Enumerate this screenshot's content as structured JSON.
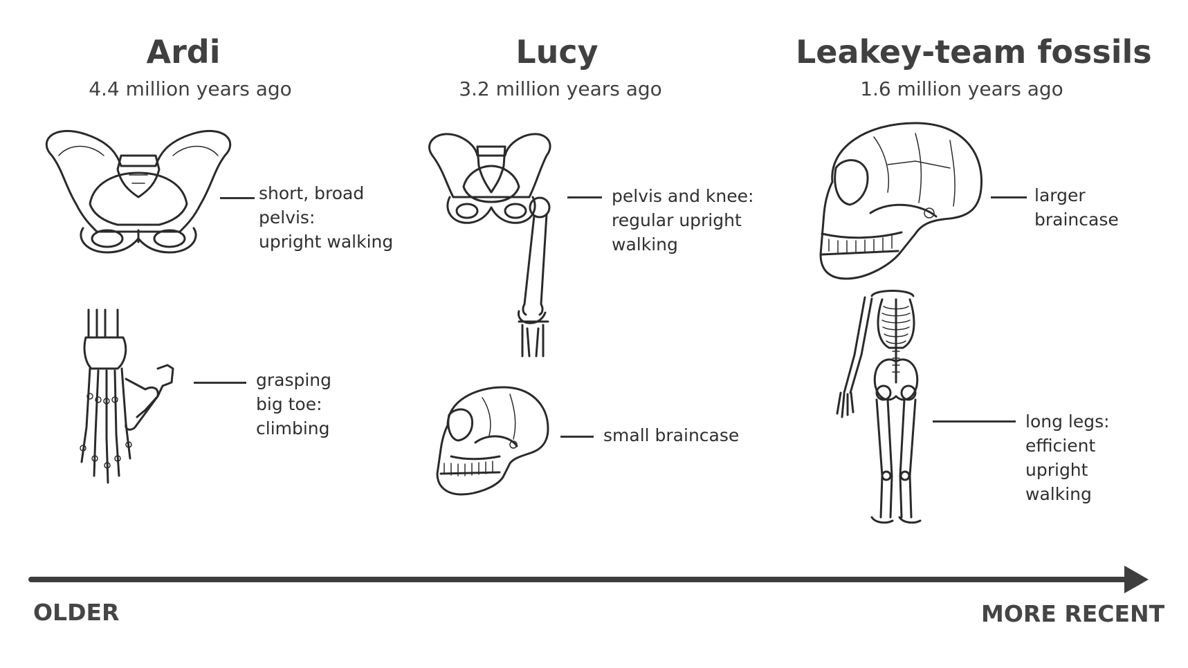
{
  "columns": [
    {
      "name": "Ardi",
      "date": "4.4 million years ago",
      "notes": [
        "short, broad\npelvis:\nupright walking",
        "grasping\nbig toe:\nclimbing"
      ],
      "icons": [
        "pelvis-icon",
        "foot-icon"
      ]
    },
    {
      "name": "Lucy",
      "date": "3.2 million years ago",
      "notes": [
        "pelvis and knee:\nregular upright\nwalking",
        "small braincase"
      ],
      "icons": [
        "pelvis-femur-icon",
        "small-skull-icon"
      ]
    },
    {
      "name": "Leakey-team fossils",
      "date": "1.6 million years ago",
      "notes": [
        "larger\nbraincase",
        "long legs:\nefficient\nupright\nwalking"
      ],
      "icons": [
        "large-skull-icon",
        "skeleton-icon"
      ]
    }
  ],
  "axis": {
    "left_label": "OLDER",
    "right_label": "MORE RECENT",
    "color": "#3d3d3d"
  }
}
